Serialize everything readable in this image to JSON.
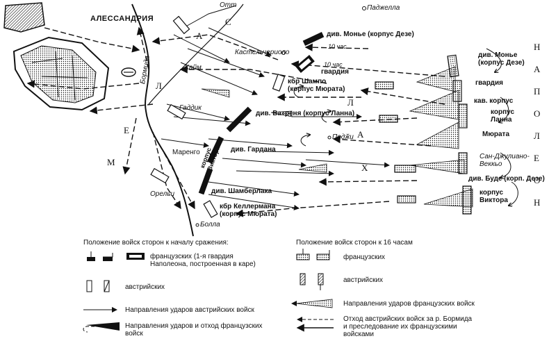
{
  "places": {
    "alessandria": "АЛЕССАНДРИЯ",
    "ott": "Отт",
    "padzhella": "Паджелла",
    "castelceriolo": "Кастельчериоло",
    "kaim": "Кайм",
    "gadik": "Гаддик",
    "marengo": "Маренго",
    "orelya": "Орельи",
    "bolla": "Болла",
    "podzhi": "Подӂи",
    "san_juliano": "Сан-Джулиано-\nВеккьо",
    "bormida": "Бормида"
  },
  "units": {
    "monye_left": "див. Монье (корпус Дезе)",
    "time10a": "10 час",
    "time10b": "10 час",
    "guard_left": "гвардия",
    "champo": "кбр Шампо\n(корпус Мюрата)",
    "watrin": "див. Ватреня (корпус Ланна)",
    "gardane": "див. Гардана",
    "korpus_viktora_rot": "корпус\nВиктора",
    "chambarlac": "див. Шамберлака",
    "kellerman": "кбр Келлермана\n(корпус Мюрата)",
    "monye_right": "див. Монье\n(корпус Дезе)",
    "guard_right": "гвардия",
    "cav_corps": "кав. корпус",
    "lann_corps": "корпус\nЛанна",
    "murat": "Мюрата",
    "boudet": "див. Буде (корп. Дезе)",
    "viktor_corps": "корпус\nВиктора"
  },
  "big_letters": {
    "napoleon": [
      "Н",
      "А",
      "П",
      "О",
      "Л",
      "Е",
      "О",
      "Н"
    ],
    "melas": [
      "М",
      "Е",
      "Л",
      "А",
      "С"
    ],
    "lakh": [
      "Л",
      "А",
      "Х"
    ]
  },
  "legend": {
    "left_title": "Положение войск сторон к началу сражения:",
    "right_title": "Положение войск сторон к 16 часам",
    "french_left": "французских (1-я гвардия\nНаполеона, построенная в каре)",
    "austrian_left": "австрийских",
    "austrian_attacks": "Направления ударов австрийских войск",
    "french_attacks_retreat": "Направления ударов и отход французских\nвойск",
    "french_right": "французских",
    "austrian_right": "австрийских",
    "french_attacks": "Направления ударов французских войск",
    "austrian_retreat": "Отход австрийских войск за р. Бормида\nи преследование их французскими\nвойсками"
  },
  "colors": {
    "ink": "#111111",
    "paper": "#ffffff"
  }
}
